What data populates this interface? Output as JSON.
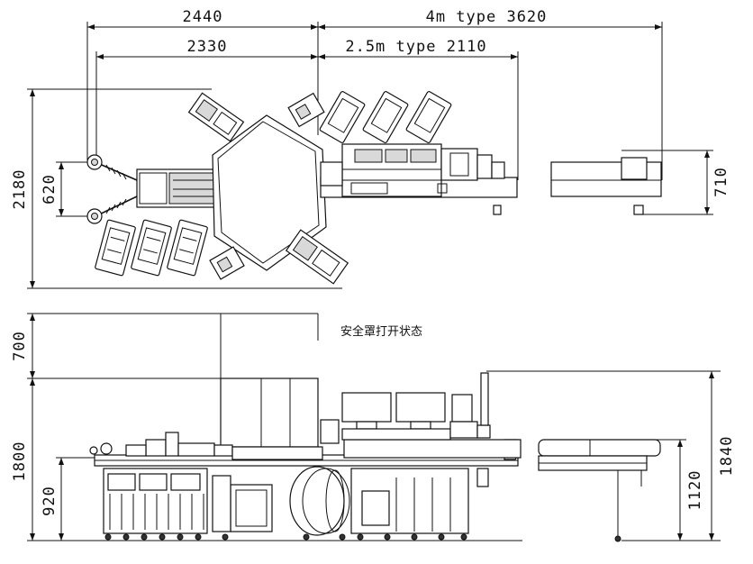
{
  "plan_view": {
    "dim_top_left": "2440",
    "dim_top_right": "4m type 3620",
    "dim_second_left": "2330",
    "dim_second_right": "2.5m type 2110",
    "dim_height_total": "2180",
    "dim_height_inner": "620",
    "dim_height_right": "710"
  },
  "side_view": {
    "dim_cover_open": "700",
    "dim_body_height": "1800",
    "dim_table_height": "920",
    "dim_right_total": "1840",
    "dim_right_conveyor": "1120",
    "note_cover_open": "安全罩打开状态"
  }
}
